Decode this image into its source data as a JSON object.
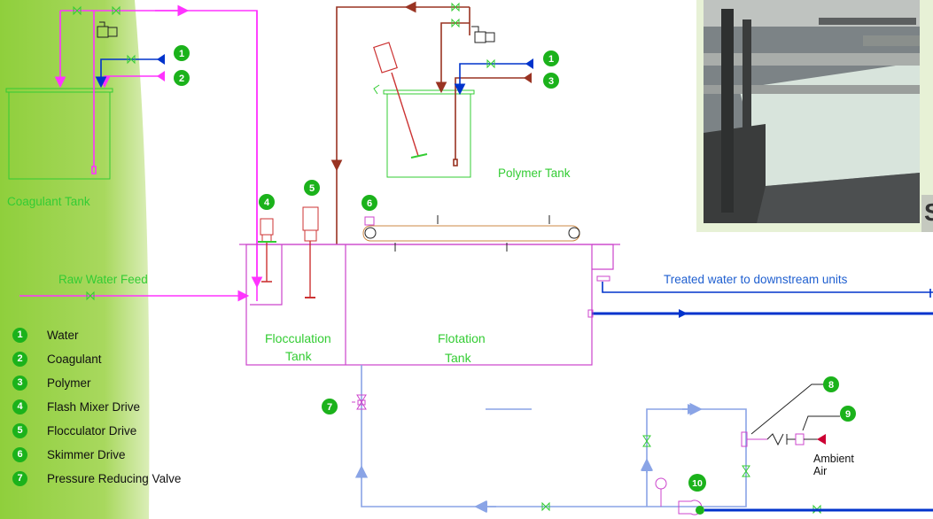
{
  "diagram": {
    "labels": {
      "coagulant_tank": "Coagulant Tank",
      "polymer_tank": "Polymer Tank",
      "raw_water_feed": "Raw Water Feed",
      "flocculation_tank_1": "Flocculation",
      "flocculation_tank_2": "Tank",
      "flotation_tank_1": "Flotation",
      "flotation_tank_2": "Tank",
      "treated_water": "Treated water to downstream units",
      "ambient_air_1": "Ambient",
      "ambient_air_2": "Air"
    },
    "markers": {
      "coag_water": "1",
      "coag_coagulant": "2",
      "poly_water": "1",
      "poly_polymer": "3",
      "flash_mixer": "4",
      "flocculator": "5",
      "skimmer": "6",
      "prv": "7",
      "m8": "8",
      "m9": "9",
      "m10": "10"
    },
    "colors": {
      "coagulant_line": "#ff33ff",
      "water_line": "#0033cc",
      "polymer_line": "#993322",
      "recycle_line": "#8aa4e6",
      "tank_outline": "#33cc33",
      "process_tank": "#cc44cc",
      "marker_green": "#1bb21b",
      "air_arrow": "#cc0033"
    }
  },
  "legend": [
    {
      "num": "1",
      "label": "Water"
    },
    {
      "num": "2",
      "label": "Coagulant"
    },
    {
      "num": "3",
      "label": "Polymer"
    },
    {
      "num": "4",
      "label": "Flash Mixer Drive"
    },
    {
      "num": "5",
      "label": "Flocculator Drive"
    },
    {
      "num": "6",
      "label": "Skimmer Drive"
    },
    {
      "num": "7",
      "label": "Pressure Reducing Valve"
    }
  ],
  "photo": {
    "caption_fragment": "S"
  }
}
